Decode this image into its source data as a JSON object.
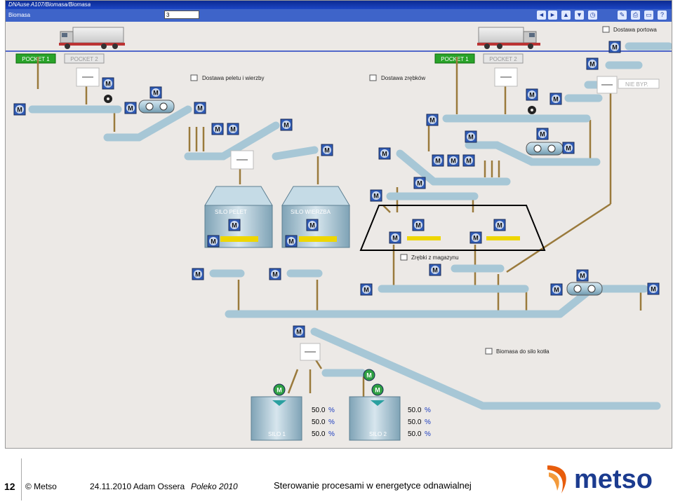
{
  "window": {
    "title": "DNAuse A107/Biomasa/Biomasa",
    "view_name": "Biomasa",
    "field_value": "3"
  },
  "icons": {
    "nav_left": "◄",
    "nav_right": "►",
    "nav_up": "▲",
    "nav_down": "▼",
    "history": "◷",
    "tools": "✎",
    "print": "⎙",
    "window": "▭",
    "help": "?"
  },
  "labels": {
    "pocket1_left": "POCKET 1",
    "pocket2_left": "POCKET 2",
    "pocket1_right": "POCKET 1",
    "pocket2_right": "POCKET 2",
    "dostawa_portowa": "Dostawa portowa",
    "dostawa_peletu": "Dostawa peletu i wierzby",
    "dostawa_zrebkow": "Dostawa zrębków",
    "nie_byp": "NIE BYP.",
    "silo_pelet": "SILO PELET",
    "silo_wierzba": "SILO WIERZBA",
    "zrebki_magazyn": "Zrębki z magazynu",
    "biomasa_silo": "Biomasa do silo kotła",
    "silo1": "SILO 1",
    "silo2": "SILO 2",
    "motor": "M"
  },
  "readings": {
    "silo1": [
      "50.0",
      "50.0",
      "50.0"
    ],
    "silo2": [
      "50.0",
      "50.0",
      "50.0"
    ],
    "unit": "%"
  },
  "colors": {
    "pipe": "#a7c7d6",
    "pipe_dark": "#6f98ad",
    "chute": "#9a7a3c",
    "motor_bg": "#2f5bb5",
    "motor_green": "#2ea043",
    "pocket_green": "#29a329",
    "accent": "#1e3ec0"
  },
  "footer": {
    "page": "12",
    "copyright": "© Metso",
    "date_author": "24.11.2010 Adam Ossera",
    "event": "Poleko 2010",
    "topic": "Sterowanie procesami w energetyce odnawialnej",
    "brand": "metso"
  }
}
